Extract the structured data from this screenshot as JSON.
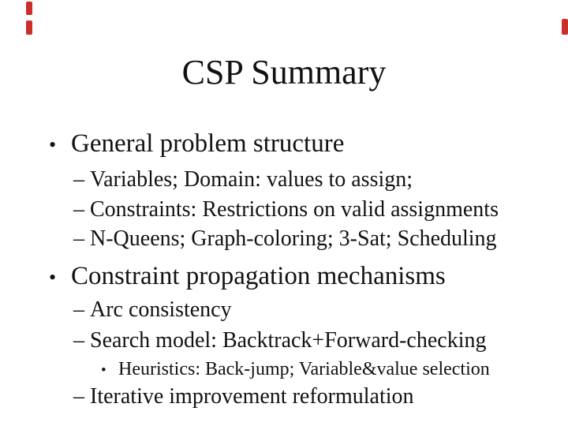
{
  "slide": {
    "title": "CSP Summary",
    "markers": {
      "bullet": "•",
      "dash": "–"
    },
    "lines": [
      {
        "level": 1,
        "text": "General problem structure"
      },
      {
        "level": 2,
        "text": "Variables; Domain: values to assign;"
      },
      {
        "level": 2,
        "text": "Constraints: Restrictions on valid assignments"
      },
      {
        "level": 2,
        "text": "N-Queens; Graph-coloring; 3-Sat; Scheduling"
      },
      {
        "level": 1,
        "text": "Constraint propagation mechanisms"
      },
      {
        "level": 2,
        "text": "Arc consistency"
      },
      {
        "level": 2,
        "text": "Search model: Backtrack+Forward-checking"
      },
      {
        "level": 3,
        "text": "Heuristics: Back-jump; Variable&value selection"
      },
      {
        "level": 2,
        "text": "Iterative improvement reformulation"
      }
    ],
    "colors": {
      "background": "#ffffff",
      "text": "#121212",
      "artifact_red": "#cb2f28"
    }
  }
}
